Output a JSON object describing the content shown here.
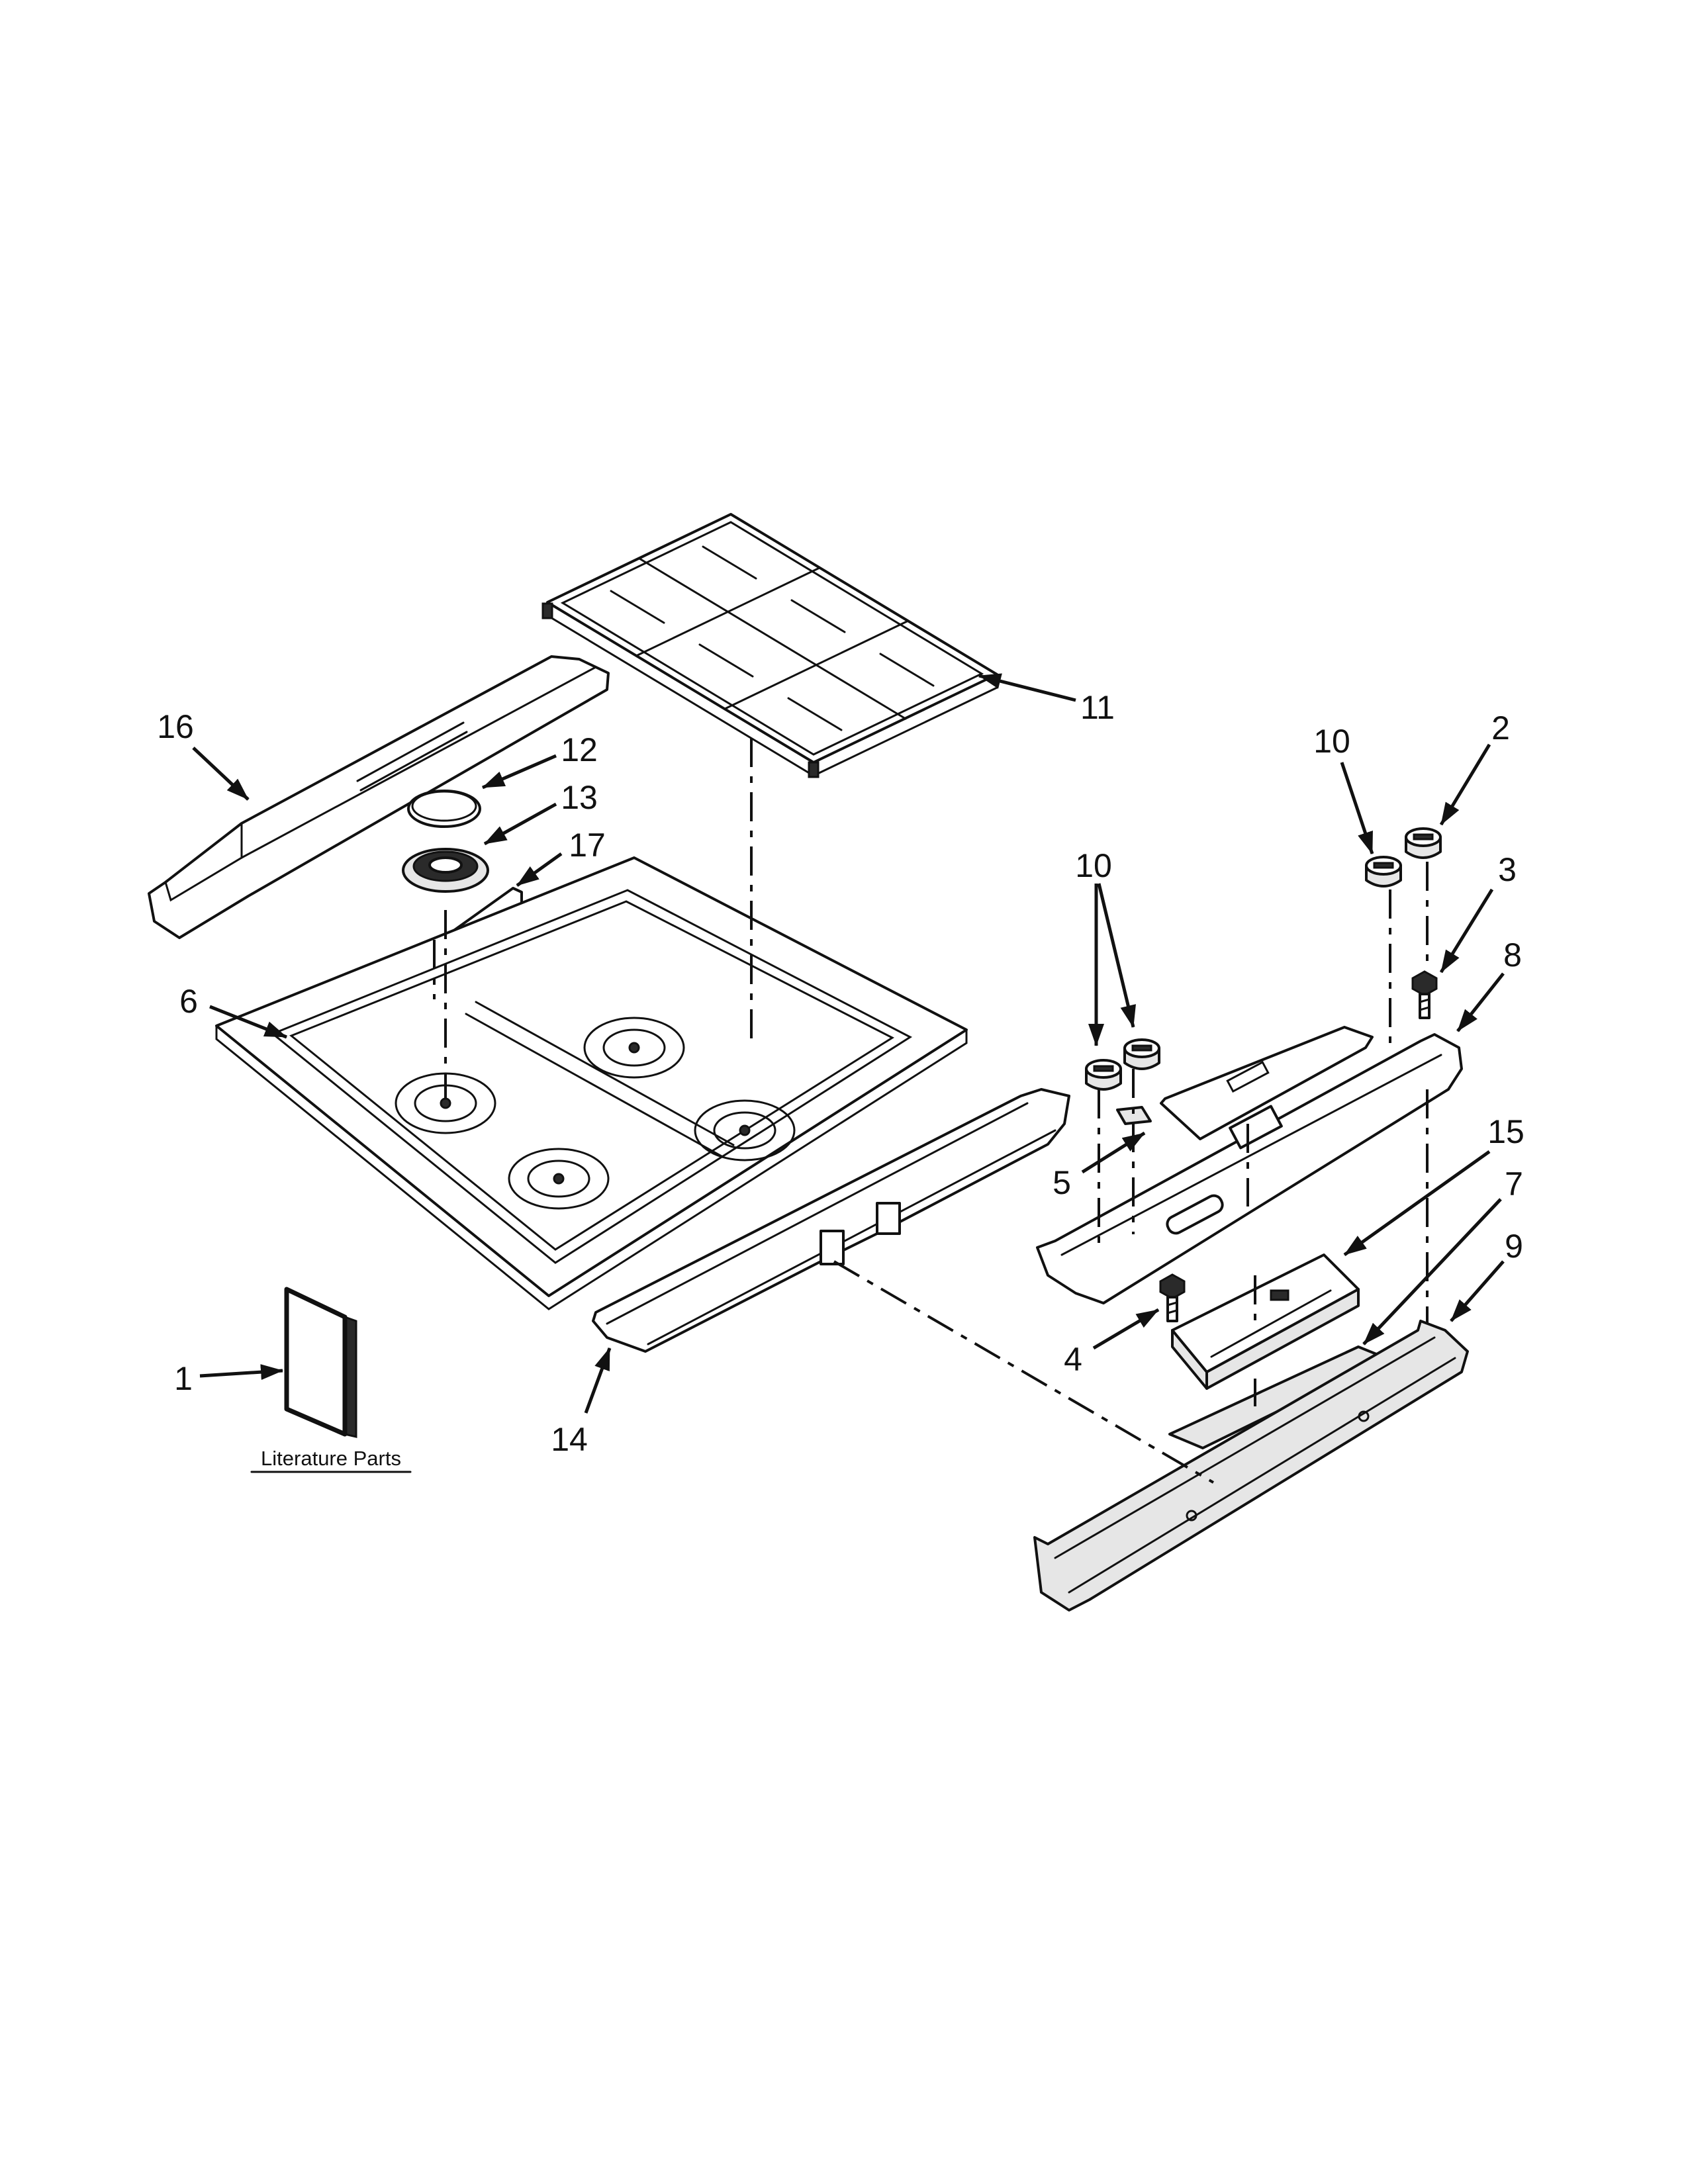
{
  "callouts": [
    {
      "label": "16"
    },
    {
      "label": "12"
    },
    {
      "label": "13"
    },
    {
      "label": "17"
    },
    {
      "label": "6"
    },
    {
      "label": "11"
    },
    {
      "label": "10"
    },
    {
      "label": "2"
    },
    {
      "label": "10"
    },
    {
      "label": "3"
    },
    {
      "label": "8"
    },
    {
      "label": "5"
    },
    {
      "label": "15"
    },
    {
      "label": "7"
    },
    {
      "label": "9"
    },
    {
      "label": "4"
    },
    {
      "label": "14"
    },
    {
      "label": "1"
    }
  ],
  "literature_label": "Literature Parts"
}
